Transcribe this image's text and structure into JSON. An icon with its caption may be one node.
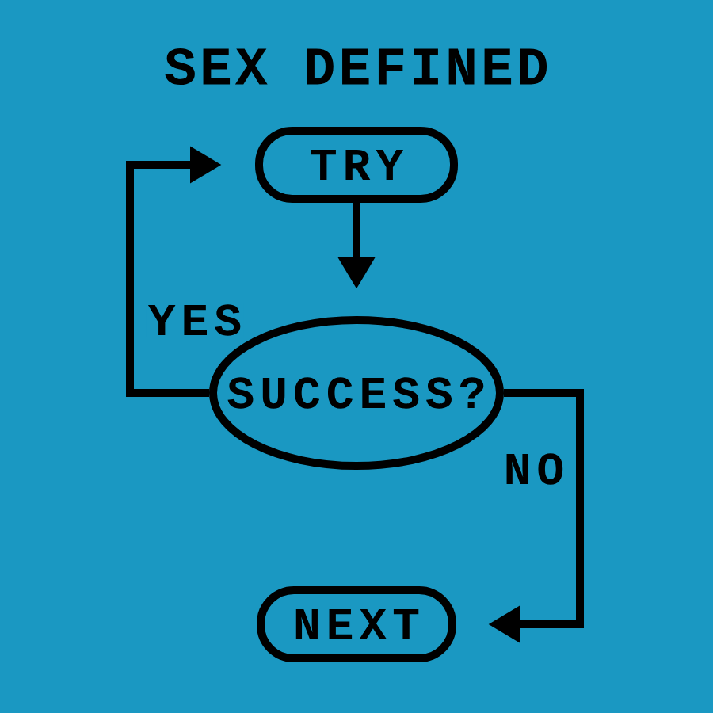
{
  "diagram": {
    "title": "SEX DEFINED",
    "nodes": [
      {
        "text": [
          "TRY"
        ]
      },
      {
        "text": [
          "SUCCESS?"
        ]
      },
      {
        "text": [
          "NEXT"
        ]
      }
    ],
    "edges": [
      {
        "from": 0,
        "to": 1,
        "arrow": "to"
      },
      {
        "from": 1,
        "to": 0,
        "arrow": "to",
        "label": "YES"
      },
      {
        "from": 1,
        "to": 2,
        "arrow": "to",
        "label": "NO"
      }
    ]
  }
}
